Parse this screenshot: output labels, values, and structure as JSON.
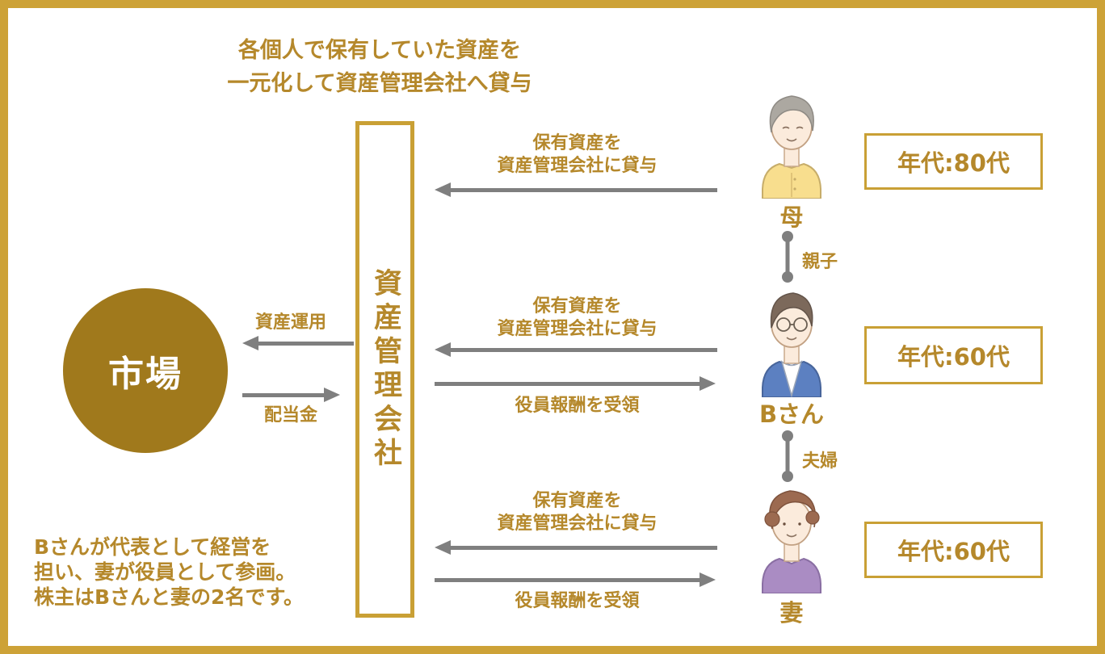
{
  "title": {
    "line1": "各個人で保有していた資産を",
    "line2": "一元化して資産管理会社へ貸与"
  },
  "market": {
    "label": "市場"
  },
  "company": {
    "label": "資産管理会社"
  },
  "market_flows": {
    "asset_management": "資産運用",
    "dividend": "配当金"
  },
  "people": [
    {
      "name": "母",
      "age": "年代:80代",
      "lend_line1": "保有資産を",
      "lend_line2": "資産管理会社に貸与"
    },
    {
      "name": "Bさん",
      "age": "年代:60代",
      "lend_line1": "保有資産を",
      "lend_line2": "資産管理会社に貸与",
      "compensation": "役員報酬を受領"
    },
    {
      "name": "妻",
      "age": "年代:60代",
      "lend_line1": "保有資産を",
      "lend_line2": "資産管理会社に貸与",
      "compensation": "役員報酬を受領"
    }
  ],
  "relations": {
    "parent_child": "親子",
    "couple": "夫婦"
  },
  "note": {
    "line1": "Bさんが代表として経営を",
    "line2": "担い、妻が役員として参画。",
    "line3": "株主はBさんと妻の2名です。"
  },
  "colors": {
    "frame_gold": "#CDA237",
    "box_border_gold": "#C9A035",
    "text_gold": "#B5882B",
    "circle_fill": "#A0791C",
    "arrow_gray": "#7F7F7F",
    "mother_top": "#F8DE8E",
    "bsan_top": "#5C80C1",
    "wife_top": "#AA8CC3"
  }
}
